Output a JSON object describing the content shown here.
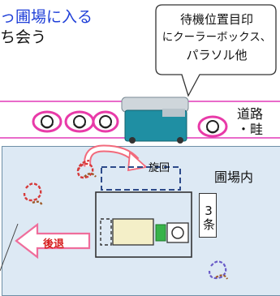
{
  "texts": {
    "line1": "っ圃場に入る",
    "line2": "ち会う",
    "callout": [
      "待機位置目印",
      "にクーラーボックス、",
      "パラソル他"
    ],
    "road": [
      "道路",
      "・畦"
    ],
    "field": "圃場内",
    "turn": "旋回",
    "rows": "3条",
    "back": "後退"
  },
  "icons": {
    "person": "person-topview-icon",
    "cooler": "cooler-box-icon",
    "spiral": "swirl-motion-icon"
  },
  "colors": {
    "field_fill": "#dde9f4",
    "road_border": "#e23ab8",
    "person_pink": "#e83aa8",
    "turn_arrow": "#f26a7c",
    "back_arrow": "#ef6d9b",
    "text_blue": "#1f3fd8",
    "machine_fill": "#f4efc8",
    "machine_green": "#38b34a"
  }
}
